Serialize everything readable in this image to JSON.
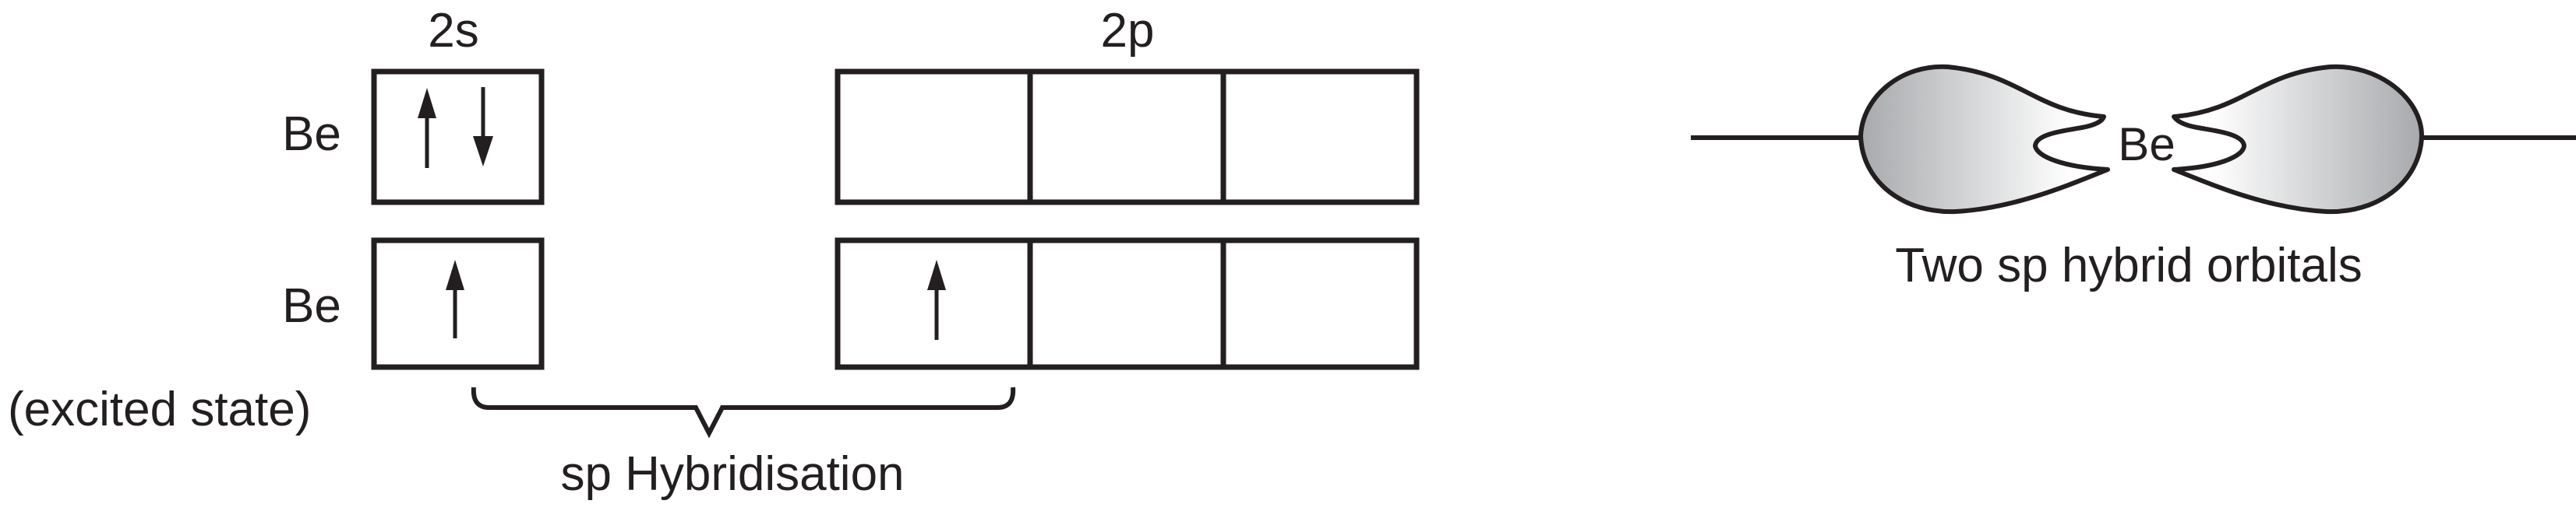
{
  "config_diagram": {
    "shell_headers": {
      "s": "2s",
      "p": "2p"
    },
    "rows": [
      {
        "label": "Be",
        "sublabel": "",
        "s_orbital": [
          "up",
          "down"
        ],
        "p_orbitals": [
          [],
          [],
          []
        ]
      },
      {
        "label": "Be",
        "sublabel": "(excited state)",
        "s_orbital": [
          "up"
        ],
        "p_orbitals": [
          [
            "up"
          ],
          [],
          []
        ]
      }
    ],
    "bracket_label": "sp Hybridisation"
  },
  "hybrid_diagram": {
    "atom_label": "Be",
    "caption": "Two sp hybrid orbitals"
  },
  "colors": {
    "ink": "#231f20",
    "lobe_light": "#ffffff",
    "lobe_dark": "#a7a9ac"
  }
}
